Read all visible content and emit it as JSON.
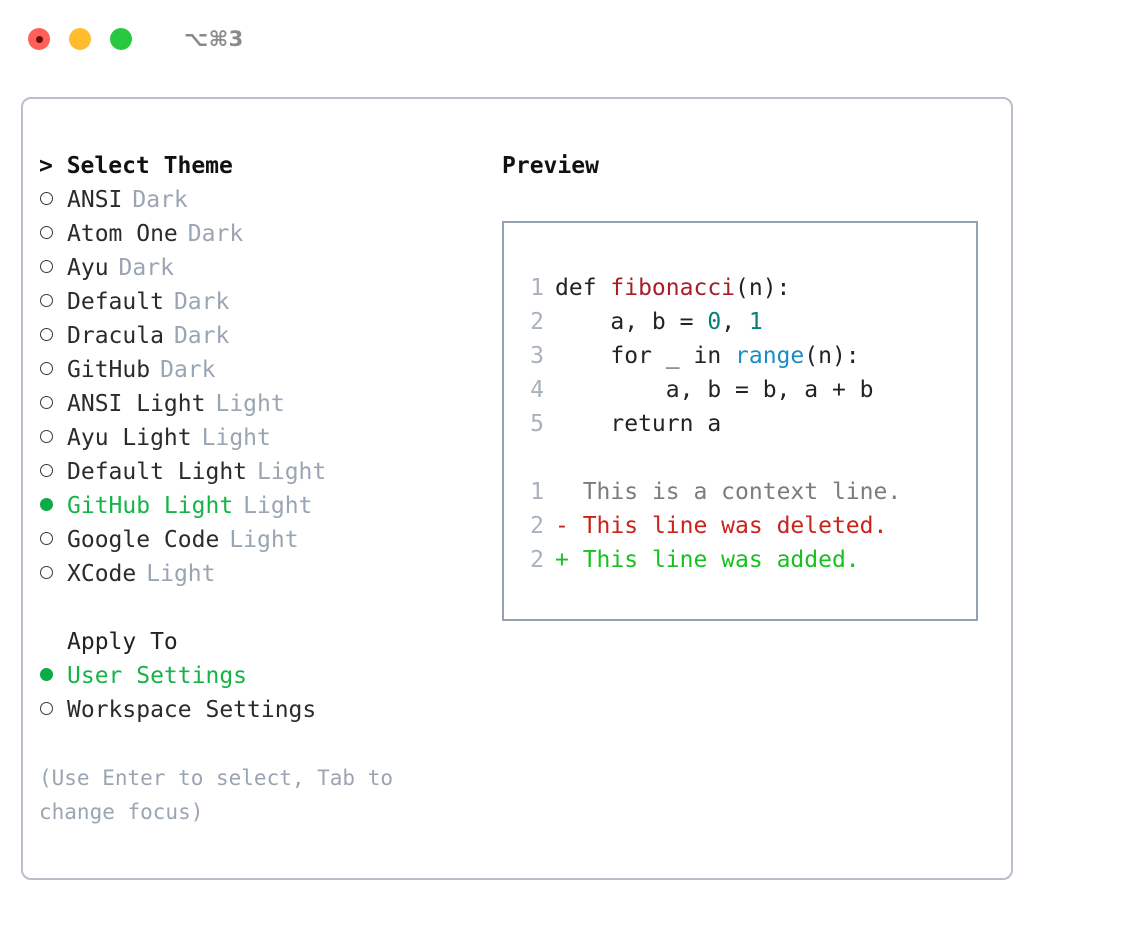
{
  "titlebar": {
    "shortcut": "⌥⌘3",
    "lights": [
      "close",
      "minimize",
      "zoom"
    ]
  },
  "theme_panel": {
    "header": "> Select Theme",
    "themes": [
      {
        "name": "ANSI",
        "tag": "Dark",
        "selected": false
      },
      {
        "name": "Atom One",
        "tag": "Dark",
        "selected": false
      },
      {
        "name": "Ayu",
        "tag": "Dark",
        "selected": false
      },
      {
        "name": "Default",
        "tag": "Dark",
        "selected": false
      },
      {
        "name": "Dracula",
        "tag": "Dark",
        "selected": false
      },
      {
        "name": "GitHub",
        "tag": "Dark",
        "selected": false
      },
      {
        "name": "ANSI Light",
        "tag": "Light",
        "selected": false
      },
      {
        "name": "Ayu Light",
        "tag": "Light",
        "selected": false
      },
      {
        "name": "Default Light",
        "tag": "Light",
        "selected": false
      },
      {
        "name": "GitHub Light",
        "tag": "Light",
        "selected": true
      },
      {
        "name": "Google Code",
        "tag": "Light",
        "selected": false
      },
      {
        "name": "XCode",
        "tag": "Light",
        "selected": false
      }
    ],
    "apply_to": {
      "header": "Apply To",
      "options": [
        {
          "name": "User Settings",
          "selected": true
        },
        {
          "name": "Workspace Settings",
          "selected": false
        }
      ]
    },
    "hint": "(Use Enter to select, Tab to change focus)"
  },
  "preview": {
    "header": "Preview",
    "code_lines": [
      {
        "num": "1",
        "parts": [
          {
            "text": "def ",
            "kind": "plain"
          },
          {
            "text": "fibonacci",
            "kind": "fn"
          },
          {
            "text": "(n):",
            "kind": "plain"
          }
        ]
      },
      {
        "num": "2",
        "parts": [
          {
            "text": "    a, b = ",
            "kind": "plain"
          },
          {
            "text": "0",
            "kind": "num"
          },
          {
            "text": ", ",
            "kind": "plain"
          },
          {
            "text": "1",
            "kind": "num"
          }
        ]
      },
      {
        "num": "3",
        "parts": [
          {
            "text": "    for _ in ",
            "kind": "plain"
          },
          {
            "text": "range",
            "kind": "call"
          },
          {
            "text": "(n):",
            "kind": "plain"
          }
        ]
      },
      {
        "num": "4",
        "parts": [
          {
            "text": "        a, b = b, a + b",
            "kind": "plain"
          }
        ]
      },
      {
        "num": "5",
        "parts": [
          {
            "text": "    return a",
            "kind": "plain"
          }
        ]
      }
    ],
    "diff_lines": [
      {
        "num": "1",
        "marker": "  ",
        "text": "This is a context line.",
        "kind": "ctx"
      },
      {
        "num": "2",
        "marker": "- ",
        "text": "This line was deleted.",
        "kind": "del"
      },
      {
        "num": "2",
        "marker": "+ ",
        "text": "This line was added.",
        "kind": "add"
      }
    ]
  },
  "colors": {
    "accent_green": "#16b349",
    "tag_gray": "#9aa5b4",
    "panel_border": "#b8bfc9",
    "preview_border": "#95a0b0",
    "fn_red": "#a71d2a",
    "num_teal": "#0b7e77",
    "call_blue": "#1a8cc8",
    "diff_del": "#c9231b",
    "diff_add": "#18c020"
  }
}
